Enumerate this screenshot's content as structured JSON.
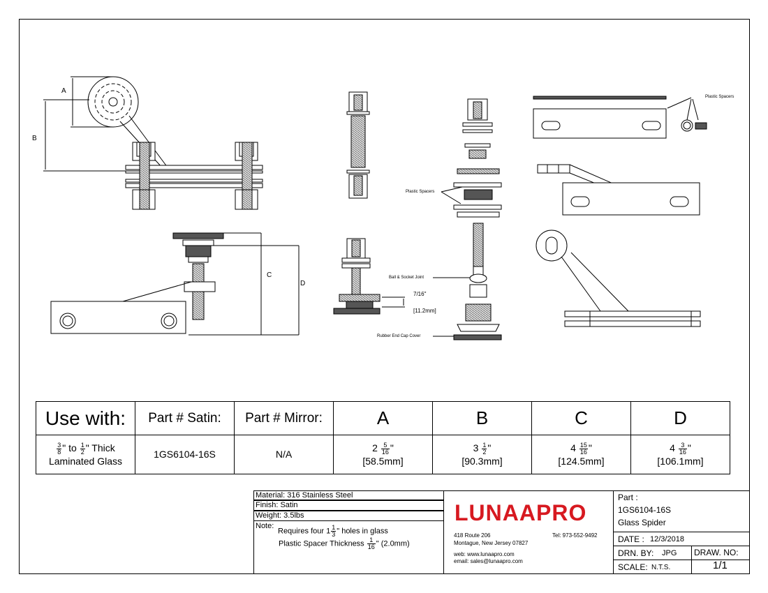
{
  "drawing": {
    "dim_labels": {
      "a": "A",
      "b": "B",
      "c": "C",
      "d": "D"
    },
    "callouts": {
      "plastic_spacers_top": "Plastic Spacers",
      "plastic_spacers_mid": "Plastic Spacers",
      "ball_socket": "Ball & Socket Joint",
      "rubber_cap": "Rubber End Cap Cover",
      "dim_inch": "7/16\"",
      "dim_mm": "[11.2mm]"
    }
  },
  "table": {
    "headers": {
      "use_with": "Use with:",
      "part_satin": "Part # Satin:",
      "part_mirror": "Part # Mirror:",
      "a": "A",
      "b": "B",
      "c": "C",
      "d": "D"
    },
    "row": {
      "use_with_from": {
        "num": "3",
        "den": "8"
      },
      "use_with_to": {
        "num": "1",
        "den": "2"
      },
      "use_with_text_1": "\" to",
      "use_with_text_2": "\" Thick",
      "use_with_text_3": "Laminated Glass",
      "part_satin": "1GS6104-16S",
      "part_mirror": "N/A",
      "a": {
        "whole": "2",
        "num": "5",
        "den": "16",
        "mm": "[58.5mm]"
      },
      "b": {
        "whole": "3",
        "num": "1",
        "den": "2",
        "mm": "[90.3mm]"
      },
      "c": {
        "whole": "4",
        "num": "15",
        "den": "16",
        "mm": "[124.5mm]"
      },
      "d": {
        "whole": "4",
        "num": "3",
        "den": "16",
        "mm": "[106.1mm]"
      }
    }
  },
  "title_block": {
    "material": "Material: 316 Stainless Steel",
    "finish": "Finish: Satin",
    "weight": "Weight: 3.5lbs",
    "note_label": "Note:",
    "note_line1_a": "Requires four 1",
    "note_line1_frac": {
      "num": "1",
      "den": "3"
    },
    "note_line1_b": "\" holes in glass",
    "note_line2_a": "Plastic Spacer Thickness",
    "note_line2_frac": {
      "num": "1",
      "den": "16"
    },
    "note_line2_b": "\" (2.0mm)",
    "company": "LUNAAPRO",
    "address1": "418 Route 206",
    "address2": "Montague, New Jersey 07827",
    "tel": "Tel: 973-552-9492",
    "web": "web: www.lunaapro.com",
    "email": "email: sales@lunaapro.com",
    "part_label": "Part :",
    "part_number": "1GS6104-16S",
    "part_name": "Glass Spider",
    "date_label": "DATE :",
    "date_value": "12/3/2018",
    "drn_label": "DRN. BY:",
    "drn_value": "JPG",
    "drawno_label": "DRAW. NO:",
    "drawno_value": "1/1",
    "scale_label": "SCALE:",
    "scale_value": "N.T.S."
  },
  "colors": {
    "accent": "#d71920",
    "line": "#000000",
    "fill_dark": "#555555",
    "fill_light": "#e6e6e6"
  }
}
